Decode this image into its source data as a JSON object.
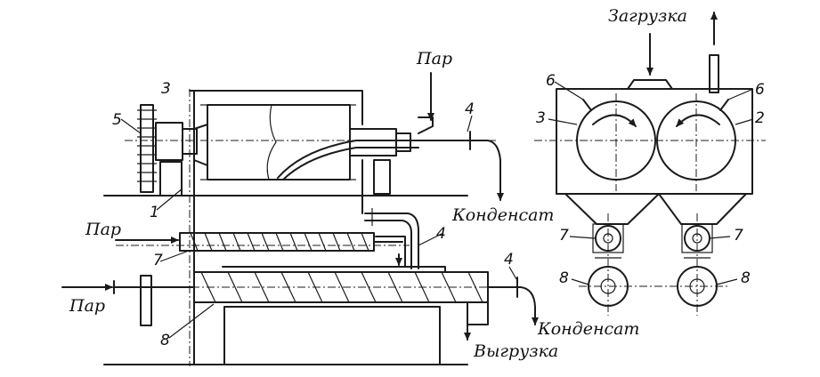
{
  "labels": {
    "loading": "Загрузка",
    "steam_top": "Пар",
    "steam_mid": "Пар",
    "steam_bottom": "Пар",
    "condensate_1": "Конденсат",
    "condensate_2": "Конденсат",
    "unloading": "Выгрузка"
  },
  "numbers": {
    "n3_top": "3",
    "n5": "5",
    "n1": "1",
    "n4_top": "4",
    "n4_mid": "4",
    "n4_low": "4",
    "n7_left": "7",
    "n8_left": "8",
    "n6_left": "6",
    "n6_right": "6",
    "n3_right": "3",
    "n2": "2",
    "n7_r1": "7",
    "n7_r2": "7",
    "n8_r1": "8",
    "n8_r2": "8"
  }
}
